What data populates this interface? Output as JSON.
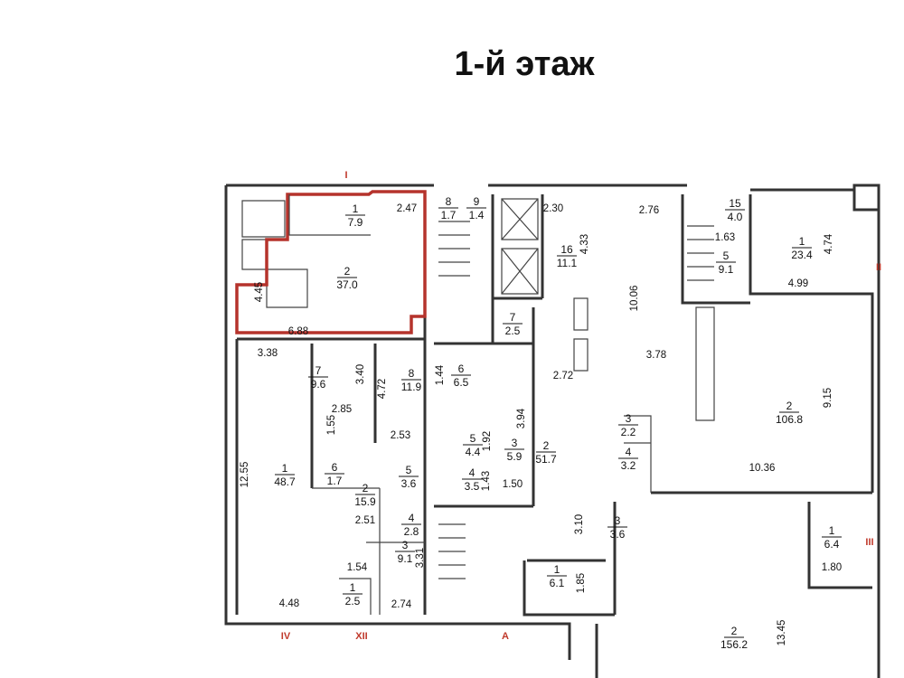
{
  "title": "1-й этаж",
  "colors": {
    "wall": "#333333",
    "highlight": "#b5332c",
    "axis_label": "#c0392b"
  },
  "rooms": [
    {
      "num": "1",
      "area": "7.9"
    },
    {
      "num": "2",
      "area": "37.0"
    },
    {
      "num": "8",
      "area": "1.7"
    },
    {
      "num": "9",
      "area": "1.4"
    },
    {
      "num": "16",
      "area": "11.1"
    },
    {
      "num": "7",
      "area": "2.5"
    },
    {
      "num": "15",
      "area": "4.0"
    },
    {
      "num": "5",
      "area": "9.1"
    },
    {
      "num": "1",
      "area": "23.4"
    },
    {
      "num": "2",
      "area": "106.8"
    },
    {
      "num": "7",
      "area": "9.6"
    },
    {
      "num": "8",
      "area": "11.9"
    },
    {
      "num": "6",
      "area": "6.5"
    },
    {
      "num": "5",
      "area": "4.4"
    },
    {
      "num": "3",
      "area": "5.9"
    },
    {
      "num": "4",
      "area": "3.5"
    },
    {
      "num": "2",
      "area": "51.7"
    },
    {
      "num": "3",
      "area": "2.2"
    },
    {
      "num": "4",
      "area": "3.2"
    },
    {
      "num": "6",
      "area": "1.7"
    },
    {
      "num": "1",
      "area": "48.7"
    },
    {
      "num": "5",
      "area": "3.6"
    },
    {
      "num": "2",
      "area": "15.9"
    },
    {
      "num": "4",
      "area": "2.8"
    },
    {
      "num": "3",
      "area": "9.1"
    },
    {
      "num": "1",
      "area": "2.5"
    },
    {
      "num": "3",
      "area": "3.6"
    },
    {
      "num": "1",
      "area": "6.1"
    },
    {
      "num": "1",
      "area": "6.4"
    },
    {
      "num": "2",
      "area": "156.2"
    }
  ],
  "dimensions": [
    "2.47",
    "6.88",
    "4.45",
    "3.38",
    "3.40",
    "4.72",
    "1.44",
    "2.30",
    "4.33",
    "2.76",
    "1.63",
    "4.74",
    "4.99",
    "10.06",
    "3.78",
    "2.72",
    "9.15",
    "10.36",
    "2.85",
    "1.55",
    "2.53",
    "1.92",
    "3.94",
    "1.43",
    "1.50",
    "12.55",
    "2.51",
    "1.54",
    "3.31",
    "2.74",
    "4.48",
    "3.10",
    "1.85",
    "1.80",
    "13.45"
  ],
  "axes": [
    "I",
    "II",
    "III",
    "IV",
    "XII",
    "A"
  ]
}
